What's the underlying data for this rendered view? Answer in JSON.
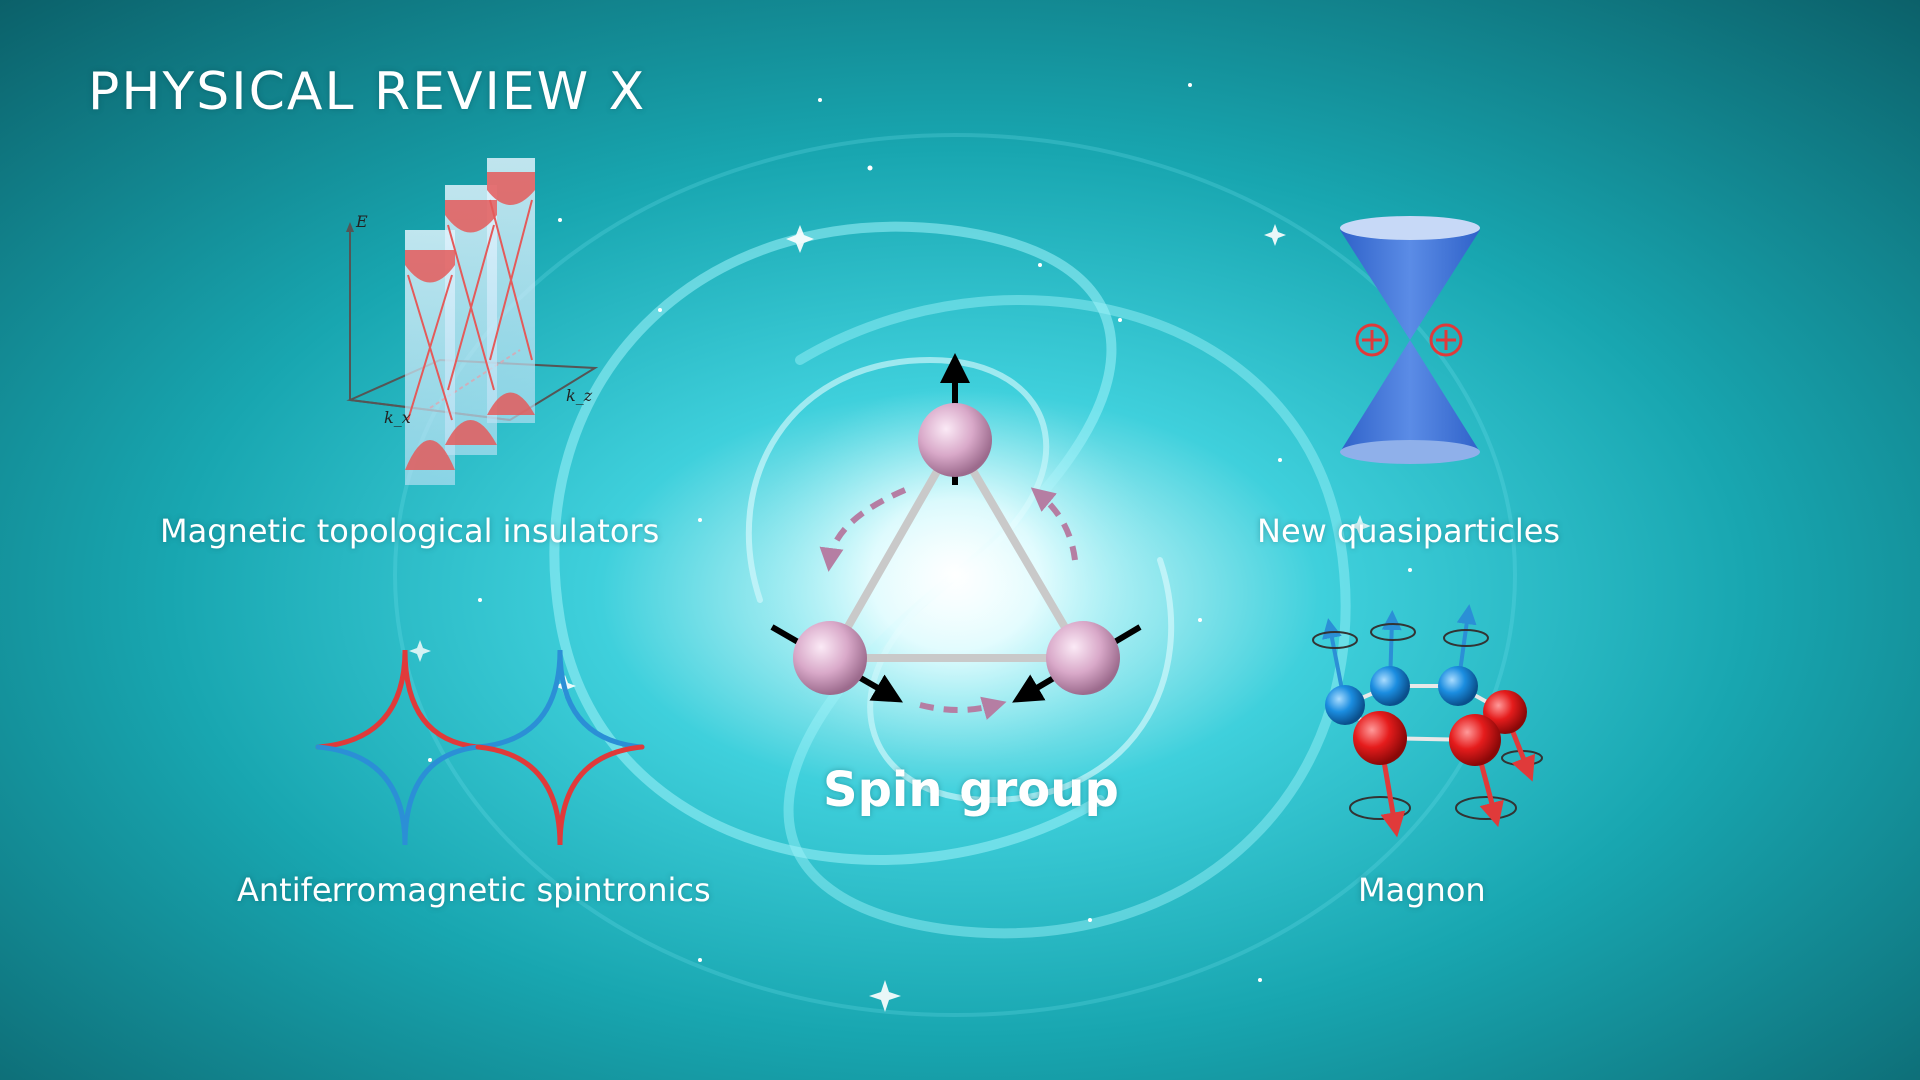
{
  "cover": {
    "journal_title": "PHYSICAL REVIEW X",
    "center_label": "Spin group",
    "panels": {
      "top_left": {
        "label": "Magnetic topological insulators",
        "axis_labels": [
          "E",
          "k_x",
          "k_z"
        ]
      },
      "top_right": {
        "label": "New quasiparticles"
      },
      "bottom_left": {
        "label": "Antiferromagnetic spintronics"
      },
      "bottom_right": {
        "label": "Magnon"
      }
    },
    "colors": {
      "background": "#1a9ea6",
      "glow": "#ffffff",
      "atom": "#d9a9c9",
      "cone": "#3d6fd0",
      "red": "#e03a3a",
      "blue": "#2b8fd6"
    }
  }
}
